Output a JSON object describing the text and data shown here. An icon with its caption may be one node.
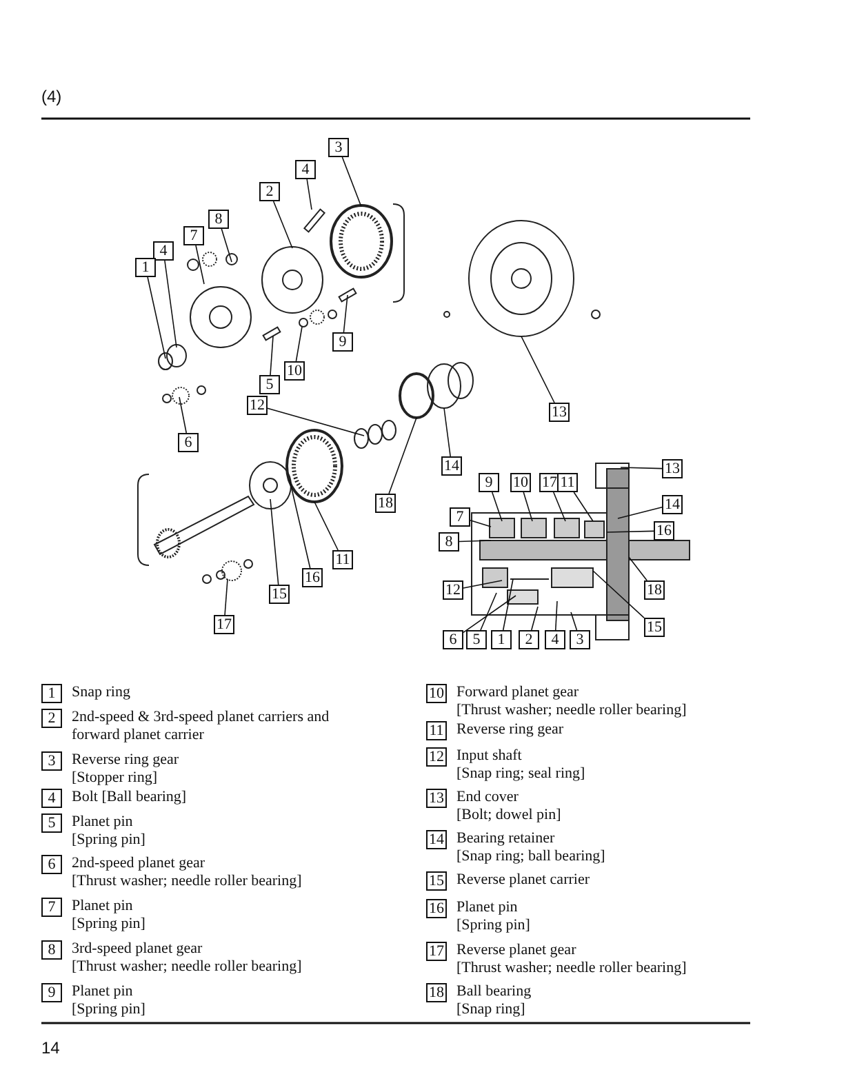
{
  "diagram": {
    "nodes": [
      {
        "text": [
          "3"
        ]
      },
      {
        "text": [
          "4"
        ]
      },
      {
        "text": [
          "2"
        ]
      },
      {
        "text": [
          "8"
        ]
      },
      {
        "text": [
          "7"
        ]
      },
      {
        "text": [
          "4"
        ]
      },
      {
        "text": [
          "1"
        ]
      },
      {
        "text": [
          "9"
        ]
      },
      {
        "text": [
          "10"
        ]
      },
      {
        "text": [
          "5"
        ]
      },
      {
        "text": [
          "12"
        ]
      },
      {
        "text": [
          "6"
        ]
      },
      {
        "text": [
          "13"
        ]
      },
      {
        "text": [
          "14"
        ]
      },
      {
        "text": [
          "18"
        ]
      },
      {
        "text": [
          "11"
        ]
      },
      {
        "text": [
          "16"
        ]
      },
      {
        "text": [
          "15"
        ]
      },
      {
        "text": [
          "17"
        ]
      },
      {
        "text": [
          "9"
        ]
      },
      {
        "text": [
          "10"
        ]
      },
      {
        "text": [
          "17"
        ]
      },
      {
        "text": [
          "11"
        ]
      },
      {
        "text": [
          "13"
        ]
      },
      {
        "text": [
          "14"
        ]
      },
      {
        "text": [
          "16"
        ]
      },
      {
        "text": [
          "7"
        ]
      },
      {
        "text": [
          "8"
        ]
      },
      {
        "text": [
          "12"
        ]
      },
      {
        "text": [
          "18"
        ]
      },
      {
        "text": [
          "15"
        ]
      },
      {
        "text": [
          "6"
        ]
      },
      {
        "text": [
          "5"
        ]
      },
      {
        "text": [
          "1"
        ]
      },
      {
        "text": [
          "2"
        ]
      },
      {
        "text": [
          "4"
        ]
      },
      {
        "text": [
          "3"
        ]
      },
      {
        "text": [
          "1"
        ],
        "beside": [
          "Snap ring"
        ]
      },
      {
        "text": [
          "2"
        ],
        "beside": [
          "2nd-speed & 3rd-speed planet carriers and forward planet carrier"
        ]
      },
      {
        "text": [
          "3"
        ],
        "beside": [
          "Reverse ring gear",
          "[Stopper ring]"
        ]
      },
      {
        "text": [
          "4"
        ],
        "beside": [
          "Bolt [Ball bearing]"
        ]
      },
      {
        "text": [
          "5"
        ],
        "beside": [
          "Planet pin",
          "[Spring pin]"
        ]
      },
      {
        "text": [
          "6"
        ],
        "beside": [
          "2nd-speed planet gear",
          "[Thrust washer; needle roller bearing]"
        ]
      },
      {
        "text": [
          "7"
        ],
        "beside": [
          "Planet pin",
          "[Spring pin]"
        ]
      },
      {
        "text": [
          "8"
        ],
        "beside": [
          "3rd-speed planet gear",
          "[Thrust washer; needle roller bearing]"
        ]
      },
      {
        "text": [
          "9"
        ],
        "beside": [
          "Planet pin",
          "[Spring pin]"
        ]
      },
      {
        "text": [
          "10"
        ],
        "beside": [
          "Forward planet gear",
          "[Thrust washer; needle roller bearing]"
        ]
      },
      {
        "text": [
          "11"
        ],
        "beside": [
          "Reverse ring gear"
        ]
      },
      {
        "text": [
          "12"
        ],
        "beside": [
          "Input shaft",
          "[Snap ring; seal ring]"
        ]
      },
      {
        "text": [
          "13"
        ],
        "beside": [
          "End cover",
          "[Bolt; dowel pin]"
        ]
      },
      {
        "text": [
          "14"
        ],
        "beside": [
          "Bearing retainer",
          "[Snap ring; ball bearing]"
        ]
      },
      {
        "text": [
          "15"
        ],
        "beside": [
          "Reverse planet carrier"
        ]
      },
      {
        "text": [
          "16"
        ],
        "beside": [
          "Planet pin",
          "[Spring pin]"
        ]
      },
      {
        "text": [
          "17"
        ],
        "beside": [
          "Reverse planet gear",
          "[Thrust washer; needle roller bearing]"
        ]
      },
      {
        "text": [
          "18"
        ],
        "beside": [
          "Ball bearing",
          "[Snap ring]"
        ]
      }
    ],
    "edges": [
      {
        "from": 0,
        "to": null,
        "arrow": "none"
      },
      {
        "from": 1,
        "to": null,
        "arrow": "none"
      },
      {
        "from": 2,
        "to": null,
        "arrow": "none"
      },
      {
        "from": 3,
        "to": null,
        "arrow": "none"
      },
      {
        "from": 4,
        "to": null,
        "arrow": "none"
      },
      {
        "from": 5,
        "to": null,
        "arrow": "none"
      },
      {
        "from": 6,
        "to": null,
        "arrow": "none"
      },
      {
        "from": 7,
        "to": null,
        "arrow": "none"
      },
      {
        "from": 8,
        "to": null,
        "arrow": "none"
      },
      {
        "from": 9,
        "to": null,
        "arrow": "none"
      },
      {
        "from": 10,
        "to": null,
        "arrow": "none"
      },
      {
        "from": 11,
        "to": null,
        "arrow": "none"
      },
      {
        "from": 12,
        "to": null,
        "arrow": "none"
      },
      {
        "from": 13,
        "to": null,
        "arrow": "none"
      },
      {
        "from": 14,
        "to": null,
        "arrow": "none"
      },
      {
        "from": 15,
        "to": null,
        "arrow": "none"
      },
      {
        "from": 16,
        "to": null,
        "arrow": "none"
      },
      {
        "from": 17,
        "to": null,
        "arrow": "none"
      },
      {
        "from": 18,
        "to": null,
        "arrow": "none"
      },
      {
        "from": 19,
        "to": null,
        "arrow": "none"
      },
      {
        "from": 20,
        "to": null,
        "arrow": "none"
      },
      {
        "from": 21,
        "to": null,
        "arrow": "none"
      },
      {
        "from": 22,
        "to": null,
        "arrow": "none"
      },
      {
        "from": 23,
        "to": null,
        "arrow": "none"
      },
      {
        "from": 24,
        "to": null,
        "arrow": "none"
      },
      {
        "from": 25,
        "to": null,
        "arrow": "none"
      },
      {
        "from": 26,
        "to": null,
        "arrow": "none"
      },
      {
        "from": 27,
        "to": null,
        "arrow": "none"
      },
      {
        "from": 28,
        "to": null,
        "arrow": "none"
      },
      {
        "from": 29,
        "to": null,
        "arrow": "none"
      },
      {
        "from": 30,
        "to": null,
        "arrow": "none"
      },
      {
        "from": 31,
        "to": null,
        "arrow": "none"
      },
      {
        "from": 32,
        "to": null,
        "arrow": "none"
      },
      {
        "from": 33,
        "to": null,
        "arrow": "none"
      },
      {
        "from": 34,
        "to": null,
        "arrow": "none"
      },
      {
        "from": 35,
        "to": null,
        "arrow": "none"
      },
      {
        "from": 36,
        "to": null,
        "arrow": "none"
      }
    ],
    "labels": [
      "(4)",
      "14"
    ]
  }
}
